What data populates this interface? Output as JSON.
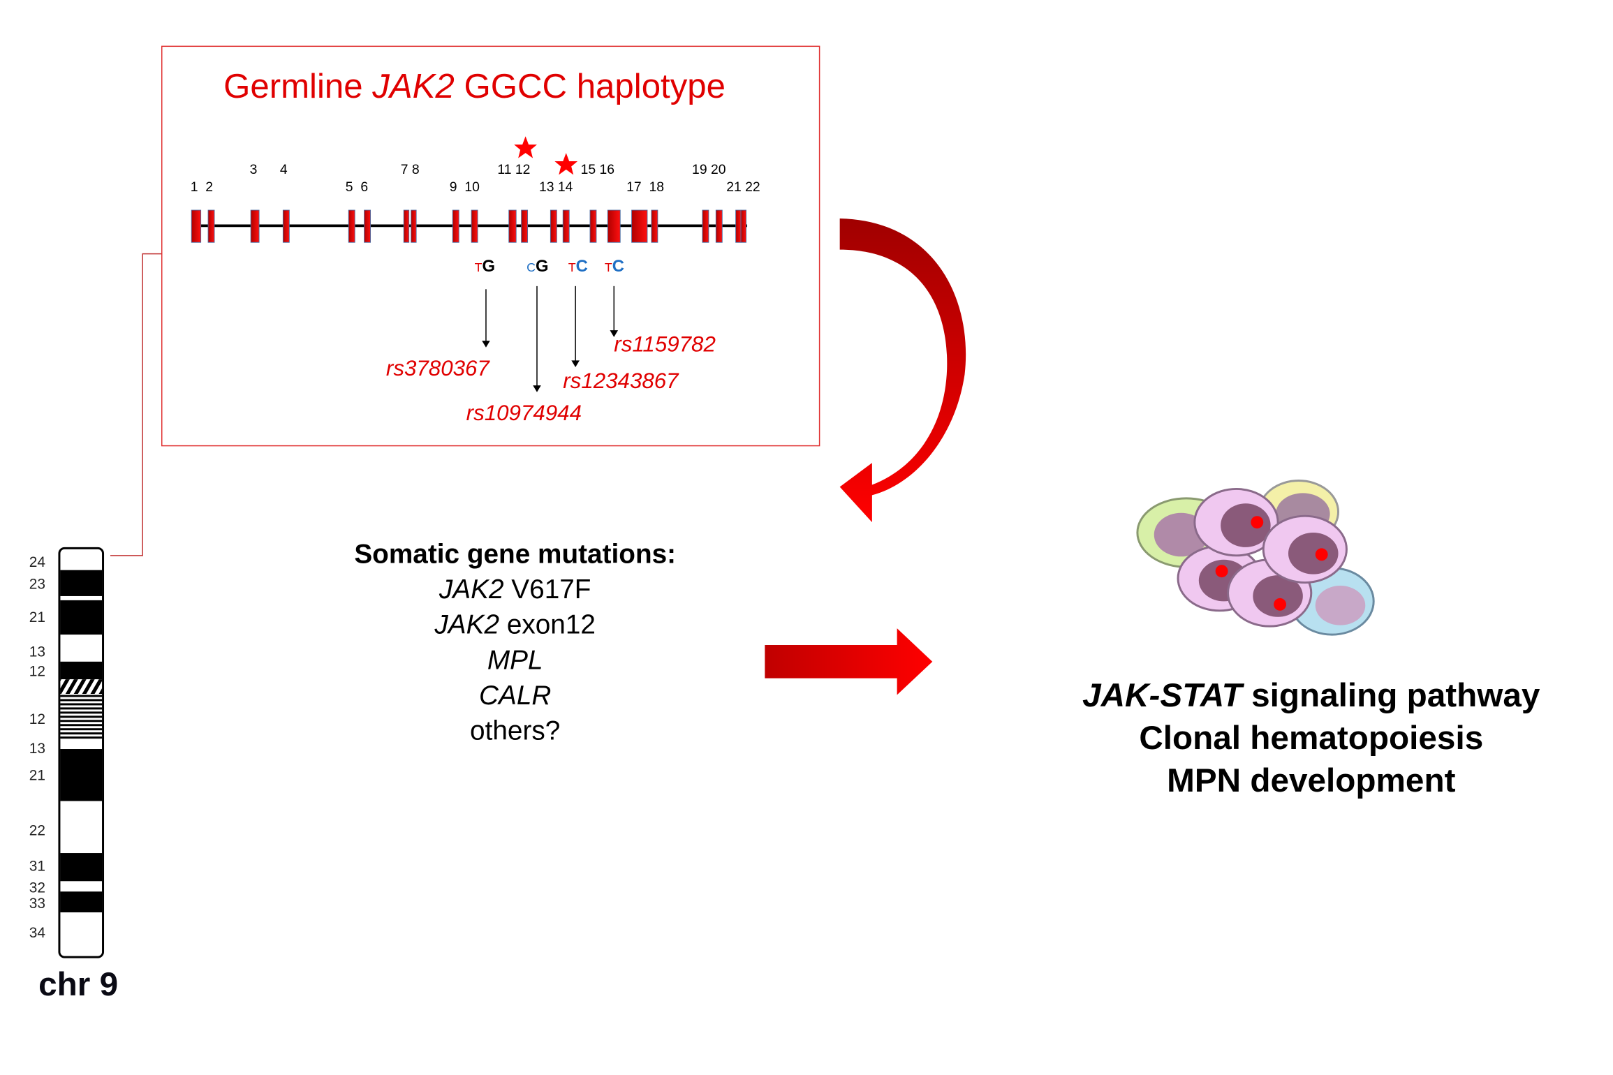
{
  "haplotype_panel": {
    "title_prefix": "Germline ",
    "title_gene": "JAK2",
    "title_suffix": " GGCC haplotype",
    "exons_top": [
      "3",
      "4",
      "7 8",
      "11 12",
      "15 16",
      "19 20"
    ],
    "exons_bottom": [
      "1  2",
      "5  6",
      "9  10",
      "13 14",
      "17  18",
      "21 22"
    ],
    "alleles": [
      {
        "minor": "T",
        "major": "G",
        "minor_color": "#e00000",
        "major_color": "#000000"
      },
      {
        "minor": "C",
        "major": "G",
        "minor_color": "#1f6fc4",
        "major_color": "#000000"
      },
      {
        "minor": "T",
        "major": "C",
        "minor_color": "#e00000",
        "major_color": "#1f6fc4"
      },
      {
        "minor": "T",
        "major": "C",
        "minor_color": "#e00000",
        "major_color": "#1f6fc4"
      }
    ],
    "snps": [
      "rs3780367",
      "rs10974944",
      "rs12343867",
      "rs1159782"
    ]
  },
  "somatic": {
    "heading": "Somatic gene mutations:",
    "items": [
      {
        "gene": "JAK2",
        "rest": " V617F"
      },
      {
        "gene": "JAK2",
        "rest": " exon12"
      },
      {
        "gene": "MPL",
        "rest": ""
      },
      {
        "gene": "CALR",
        "rest": ""
      },
      {
        "gene": "",
        "rest": "others?"
      }
    ]
  },
  "outcome": {
    "line1_italic": "JAK-STAT",
    "line1_rest": " signaling pathway",
    "line2": "Clonal hematopoiesis",
    "line3": "MPN development"
  },
  "chromosome": {
    "label": "chr 9",
    "bands_p": [
      "24",
      "23",
      "21",
      "13",
      "12"
    ],
    "bands_q": [
      "12",
      "13",
      "21",
      "22",
      "31",
      "32",
      "33",
      "34"
    ]
  },
  "colors": {
    "accent": "#e00000",
    "blue": "#1f6fc4"
  }
}
